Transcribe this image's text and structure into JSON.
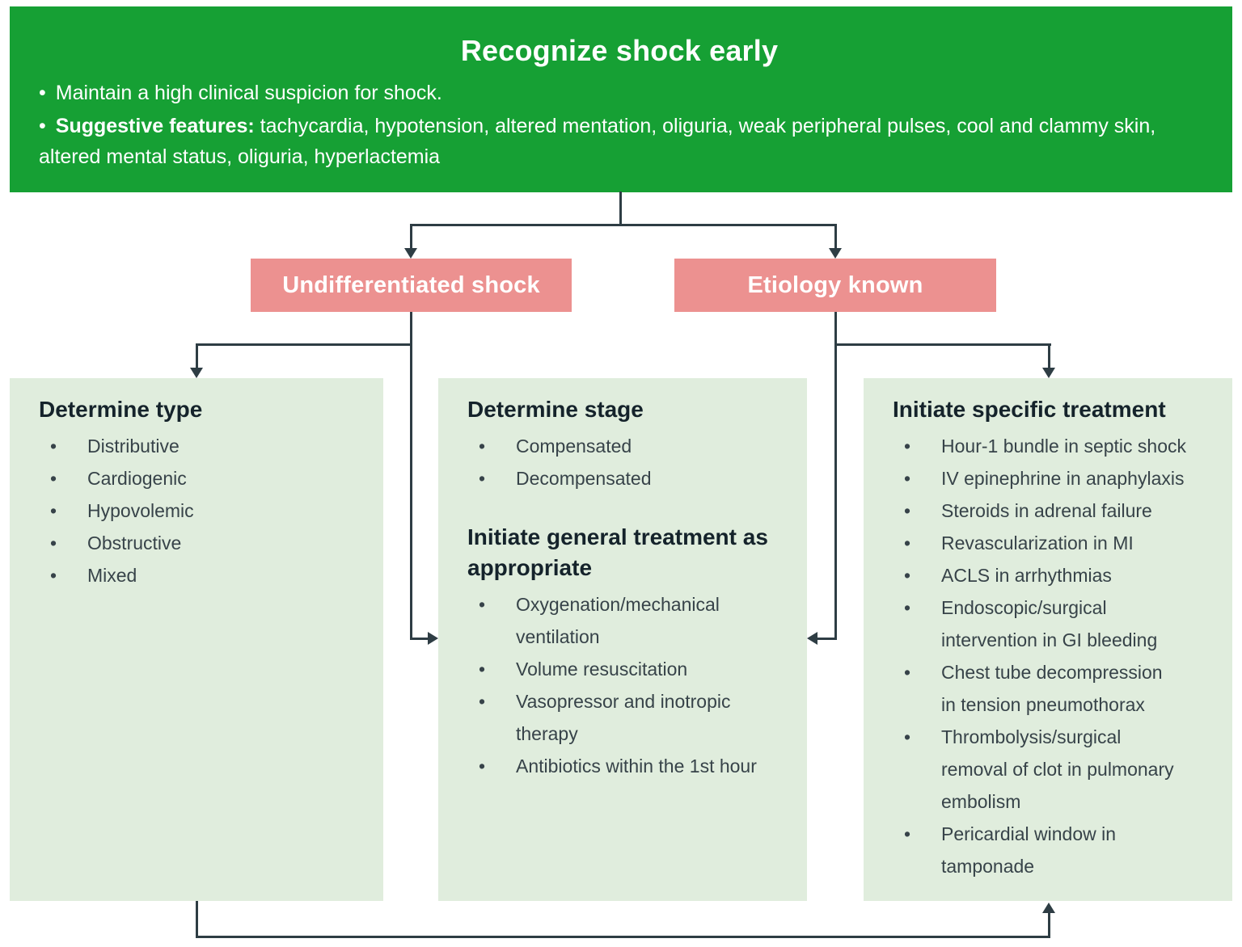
{
  "palette": {
    "header_green": "#16a034",
    "branch_pink": "#ec9190",
    "panel_green": "#e0eddd",
    "connector": "#2e3d44",
    "text_on_color": "#ffffff",
    "heading_text": "#15232b",
    "body_text": "#374349"
  },
  "header": {
    "title": "Recognize shock early",
    "bullets": [
      {
        "bold": "",
        "text": "Maintain a high clinical suspicion for shock."
      },
      {
        "bold": "Suggestive features:",
        "text": " tachycardia, hypotension, altered mentation, oliguria, weak peripheral pulses, cool and clammy skin, altered mental status, oliguria, hyperlactemia"
      }
    ]
  },
  "branches": [
    {
      "label": "Undifferentiated shock"
    },
    {
      "label": "Etiology known"
    }
  ],
  "panels": [
    {
      "sections": [
        {
          "heading": "Determine type",
          "bullets": [
            "Distributive",
            "Cardiogenic",
            "Hypovolemic",
            "Obstructive",
            "Mixed"
          ]
        }
      ]
    },
    {
      "sections": [
        {
          "heading": "Determine stage",
          "bullets": [
            "Compensated",
            "Decompensated"
          ]
        },
        {
          "heading": "Initiate general treatment as appropriate",
          "bullets": [
            "Oxygenation/mechanical\nventilation",
            "Volume resuscitation",
            "Vasopressor and inotropic\ntherapy",
            "Antibiotics within the 1st hour"
          ]
        }
      ]
    },
    {
      "sections": [
        {
          "heading": "Initiate specific treatment",
          "bullets": [
            "Hour-1 bundle in septic shock",
            "IV epinephrine in anaphylaxis",
            "Steroids in adrenal failure",
            "Revascularization in MI",
            "ACLS in arrhythmias",
            "Endoscopic/surgical\nintervention in GI bleeding",
            "Chest tube decompression\nin tension pneumothorax",
            "Thrombolysis/surgical\nremoval of clot in pulmonary\nembolism",
            "Pericardial window in\ntamponade"
          ]
        }
      ]
    }
  ]
}
